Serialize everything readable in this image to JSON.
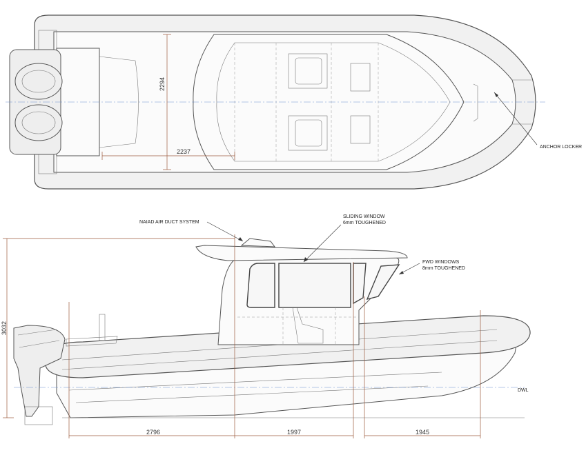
{
  "plan": {
    "annotation_anchor_locker": "ANCHOR LOCKER",
    "dim_beam": "2294",
    "dim_aft_deck": "2237"
  },
  "profile": {
    "annotation_air_duct": "NAIAD AIR DUCT SYSTEM",
    "annotation_sliding_window_1": "SLIDING WINDOW",
    "annotation_sliding_window_2": "6mm TOUGHENED",
    "annotation_fwd_windows_1": "FWD WINDOWS",
    "annotation_fwd_windows_2": "8mm TOUGHENED",
    "label_dwl": "DWL",
    "dim_height": "3032",
    "dim_1": "2796",
    "dim_2": "1997",
    "dim_3": "1945"
  },
  "colors": {
    "dimension": "#9b5a3c",
    "centerline": "#6a8fd0",
    "outline": "#444444"
  }
}
